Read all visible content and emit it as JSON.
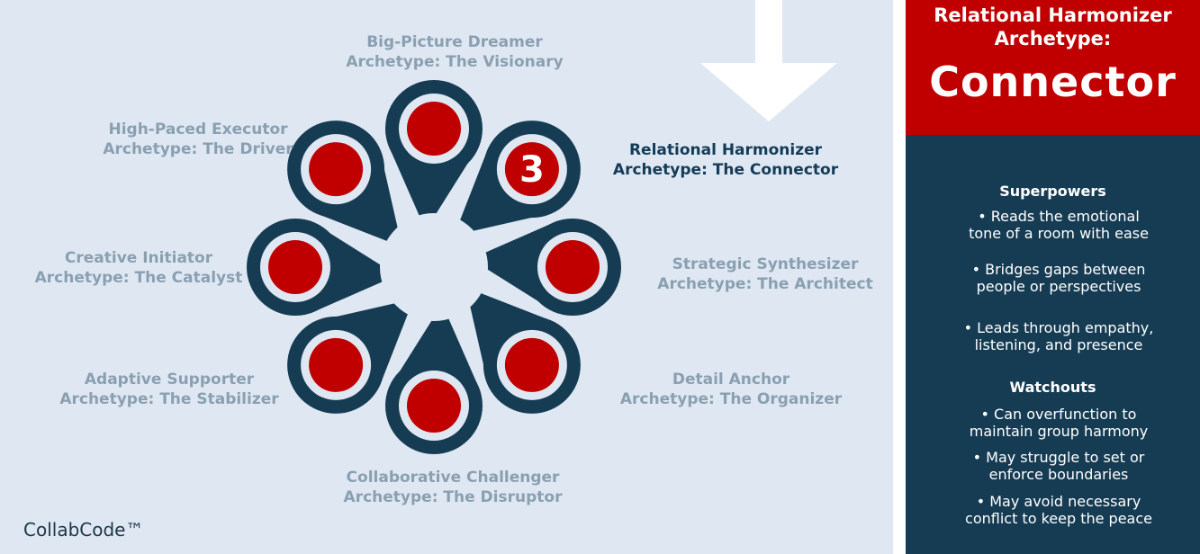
{
  "archetypes": [
    {
      "title": "Big-Picture Dreamer",
      "subtitle": "Archetype: The Visionary"
    },
    {
      "title": "Relational Harmonizer",
      "subtitle": "Archetype: The Connector"
    },
    {
      "title": "Strategic Synthesizer",
      "subtitle": "Archetype: The Architect"
    },
    {
      "title": "Detail Anchor",
      "subtitle": "Archetype: The Organizer"
    },
    {
      "title": "Collaborative Challenger",
      "subtitle": "Archetype: The Disruptor"
    },
    {
      "title": "Adaptive Supporter",
      "subtitle": "Archetype: The Stabilizer"
    },
    {
      "title": "Creative Initiator",
      "subtitle": "Archetype: The Catalyst"
    },
    {
      "title": "High-Paced Executor",
      "subtitle": "Archetype: The Driver"
    }
  ],
  "highlight_number": "3",
  "brand": "CollabCode™",
  "panel": {
    "header_line1": "Relational Harmonizer",
    "header_line2": "Archetype:",
    "header_big": "Connector",
    "superpowers_title": "Superpowers",
    "superpowers": [
      [
        "• Reads the emotional",
        "tone of a room with ease"
      ],
      [
        "• Bridges gaps between",
        "people or perspectives"
      ],
      [
        "• Leads through empathy,",
        "listening, and presence"
      ]
    ],
    "watchouts_title": "Watchouts",
    "watchouts": [
      [
        "• Can overfunction to",
        "maintain group harmony"
      ],
      [
        "• May struggle to set or",
        "enforce boundaries"
      ],
      [
        "• May avoid necessary",
        "conflict to keep the peace"
      ]
    ]
  },
  "colors": {
    "navy": "#163c54",
    "red": "#c00000",
    "muted_label": "#8aa0b2",
    "background": "#dfe8f2"
  }
}
